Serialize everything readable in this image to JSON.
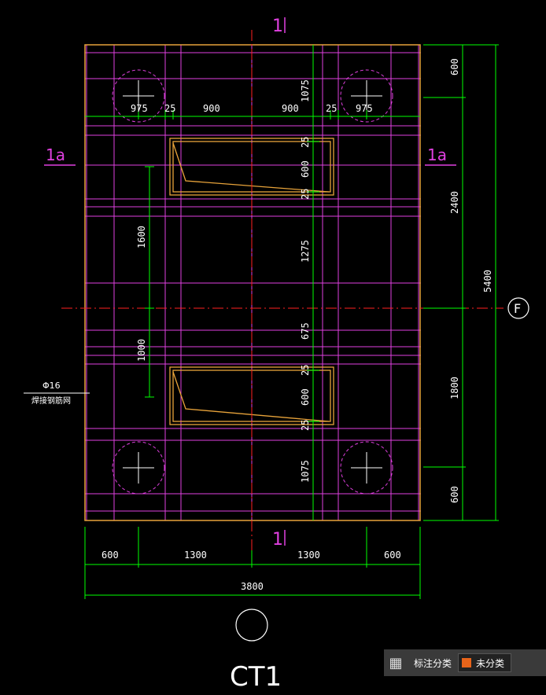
{
  "title": "CT1",
  "grid_label_axis": "F",
  "section_mark": {
    "top_label": "1",
    "bottom_label": "1",
    "side_label": "1a"
  },
  "rebar_note": {
    "line1": "Φ16",
    "line2": "焊接钢筋网"
  },
  "dims": {
    "right_outer": "5400",
    "right_segments": [
      "600",
      "2400",
      "1800",
      "600"
    ],
    "bottom_segments": [
      "600",
      "1300",
      "1300",
      "600"
    ],
    "bottom_total": "3800",
    "top_row": [
      "975",
      "25",
      "900",
      "900",
      "25",
      "975"
    ],
    "center_vertical": [
      "1075",
      "25",
      "600",
      "25",
      "1275",
      "675",
      "25",
      "600",
      "25",
      "1075"
    ],
    "left_vertical": [
      "1600",
      "1000"
    ]
  },
  "toolbar": {
    "icon": "grid-icon",
    "label": "标注分类",
    "selected": "未分类",
    "swatch_color": "#e8641a"
  },
  "colors": {
    "outline": "#e8a33a",
    "grid": "#e040e0",
    "dimension": "#00ff00",
    "axis": "#ff2020",
    "text": "#ffffff"
  }
}
